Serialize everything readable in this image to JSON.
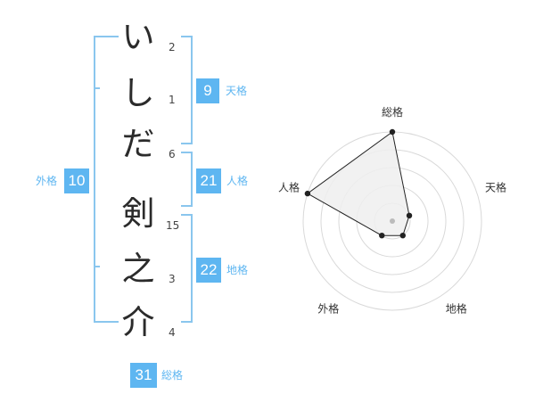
{
  "name": {
    "chars": [
      {
        "char": "い",
        "strokes": "2"
      },
      {
        "char": "し",
        "strokes": "1"
      },
      {
        "char": "だ",
        "strokes": "6"
      },
      {
        "char": "剣",
        "strokes": "15"
      },
      {
        "char": "之",
        "strokes": "3"
      },
      {
        "char": "介",
        "strokes": "4"
      }
    ]
  },
  "kakusu": {
    "tenkaku": {
      "label": "天格",
      "value": "9"
    },
    "jinkaku": {
      "label": "人格",
      "value": "21"
    },
    "chikaku": {
      "label": "地格",
      "value": "22"
    },
    "gaikaku": {
      "label": "外格",
      "value": "10"
    },
    "soukaku": {
      "label": "総格",
      "value": "31"
    }
  },
  "chart_data": {
    "type": "radar",
    "axes": [
      "総格",
      "天格",
      "地格",
      "外格",
      "人格"
    ],
    "values": [
      5,
      1,
      1,
      1,
      5
    ],
    "range": [
      0,
      5
    ],
    "rings": 5,
    "grid": true,
    "colors": {
      "fill": "#efefef",
      "line": "#222222",
      "grid": "#d9d9d9",
      "center": "#bbbbbb"
    }
  },
  "colors": {
    "accent": "#5eb6f1",
    "bracket": "#8ac6ee"
  }
}
